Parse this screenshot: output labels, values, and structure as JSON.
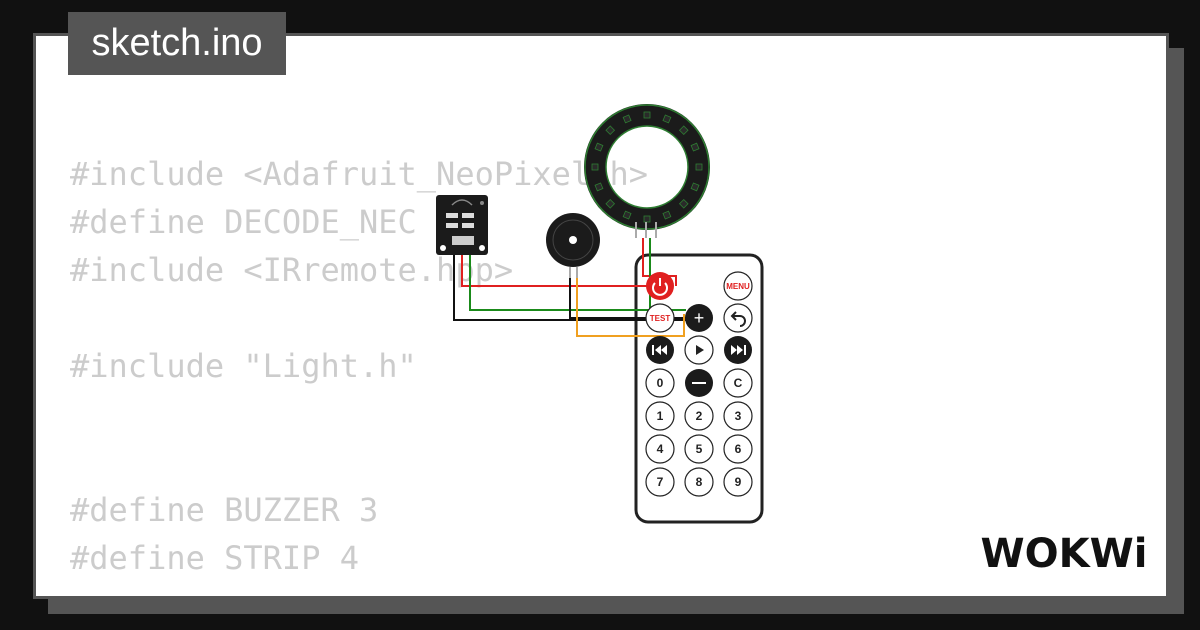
{
  "header": {
    "file_tab": "sketch.ino"
  },
  "code": {
    "lines": [
      "#include <Adafruit_NeoPixel.h>",
      "#define DECODE_NEC",
      "#include <IRremote.hpp>",
      "",
      "#include \"Light.h\"",
      "",
      "",
      "#define BUZZER 3",
      "#define STRIP 4"
    ]
  },
  "remote": {
    "power_label": "",
    "menu_label": "MENU",
    "test_label": "TEST",
    "plus_label": "+",
    "back_label": "",
    "prev_label": "",
    "play_label": "",
    "next_label": "",
    "zero_label": "0",
    "minus_label": "",
    "clear_label": "C",
    "keys": [
      "1",
      "2",
      "3",
      "4",
      "5",
      "6",
      "7",
      "8",
      "9"
    ]
  },
  "brand": {
    "logo": "WOKWi"
  },
  "colors": {
    "wire_red": "#e02020",
    "wire_green": "#1a8a1a",
    "wire_black": "#111111",
    "wire_orange": "#f0a020",
    "ring_led": "#2e7d32"
  }
}
